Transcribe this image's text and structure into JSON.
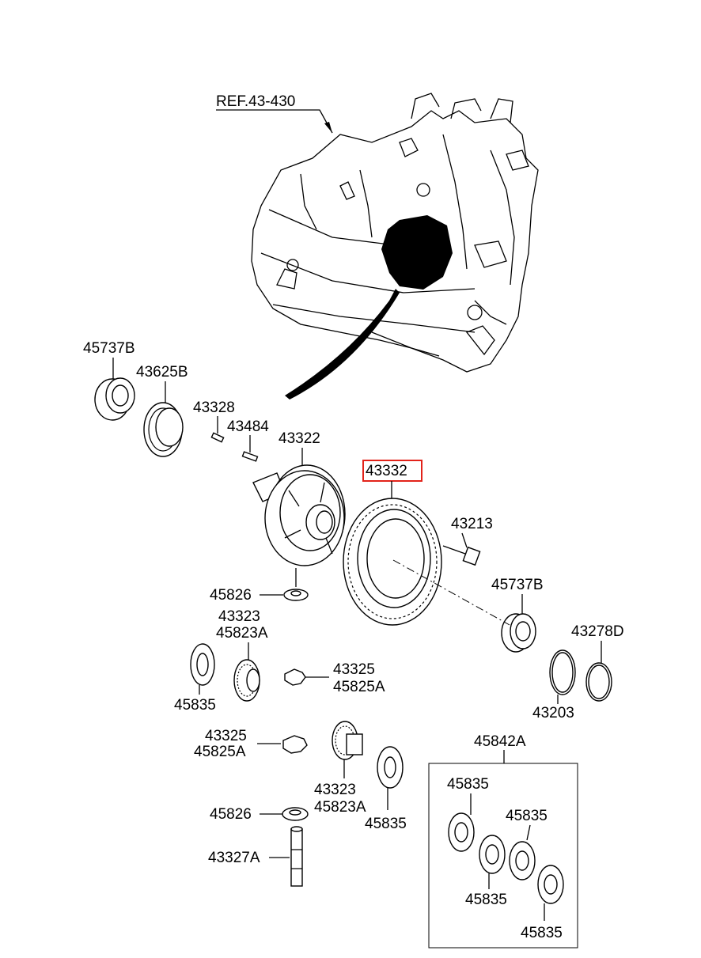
{
  "diagram": {
    "ref_label": "REF.43-430",
    "highlight_color": "#e2231a",
    "highlighted_part": "43332",
    "labels": {
      "bearing_top": "45737B",
      "gear_43625B": "43625B",
      "pin_43328": "43328",
      "pin_43484": "43484",
      "case_43322": "43322",
      "ring_gear_43332": "43332",
      "bolt_43213": "43213",
      "washer_45826_a": "45826",
      "bearing_right": "45737B",
      "side_gear_a_1": "43323",
      "side_gear_a_2": "45823A",
      "shim_43278D": "43278D",
      "washer_45835_left": "45835",
      "pinion_a_1": "43325",
      "pinion_a_2": "45825A",
      "shim_43203": "43203",
      "pinion_b_1": "43325",
      "pinion_b_2": "45825A",
      "side_gear_b_1": "43323",
      "side_gear_b_2": "45823A",
      "washer_45826_b": "45826",
      "washer_45835_mid": "45835",
      "shaft_43327A": "43327A",
      "kit_45842A": "45842A",
      "kit_washer_1": "45835",
      "kit_washer_2": "45835",
      "kit_washer_3": "45835",
      "kit_washer_4": "45835"
    }
  }
}
